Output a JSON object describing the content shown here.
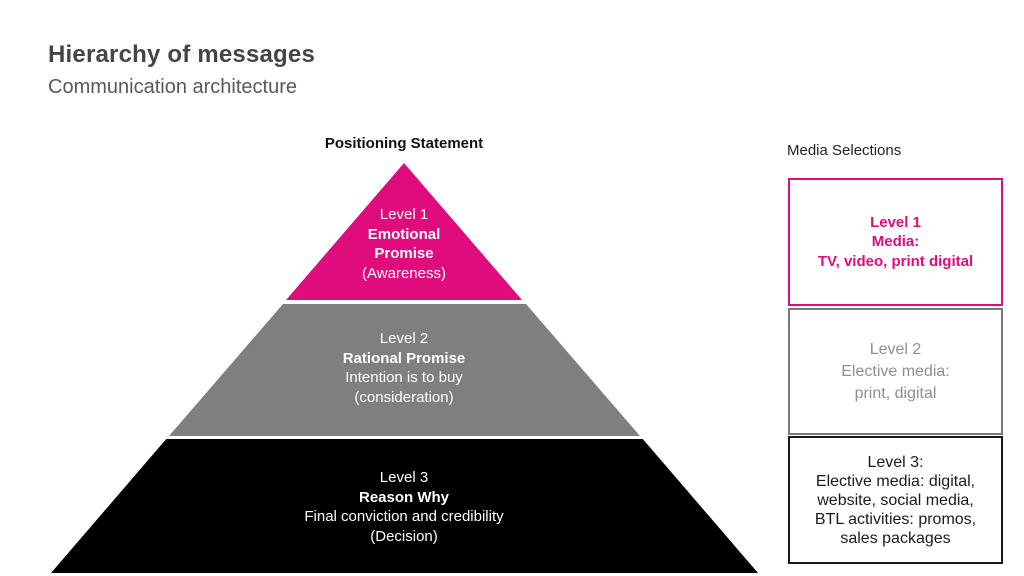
{
  "header": {
    "title": "Hierarchy of messages",
    "subtitle": "Communication architecture"
  },
  "pyramid": {
    "top_label": "Positioning Statement",
    "levels": [
      {
        "color": "#E00B7C",
        "lines": [
          {
            "text": "Level 1",
            "bold": false
          },
          {
            "text": "Emotional",
            "bold": true
          },
          {
            "text": "Promise",
            "bold": true
          },
          {
            "text": "(Awareness)",
            "bold": false
          }
        ]
      },
      {
        "color": "#7F7F7F",
        "lines": [
          {
            "text": "Level 2",
            "bold": false
          },
          {
            "text": "Rational Promise",
            "bold": true
          },
          {
            "text": "Intention is to buy",
            "bold": false
          },
          {
            "text": "(consideration)",
            "bold": false
          }
        ]
      },
      {
        "color": "#000000",
        "lines": [
          {
            "text": "Level 3",
            "bold": false
          },
          {
            "text": "Reason Why",
            "bold": true
          },
          {
            "text": "Final conviction and credibility",
            "bold": false
          },
          {
            "text": "(Decision)",
            "bold": false
          }
        ]
      }
    ]
  },
  "media": {
    "heading": "Media Selections",
    "boxes": [
      {
        "color": "#E00B7C",
        "lines": [
          "Level 1",
          "Media:",
          "TV, video, print digital"
        ]
      },
      {
        "color": "#8F8F8F",
        "lines": [
          "Level 2",
          "Elective media:",
          "print, digital"
        ]
      },
      {
        "color": "#1A1A1A",
        "lines": [
          "Level 3:",
          "Elective media: digital,",
          "website, social media,",
          "BTL activities: promos,",
          "sales packages"
        ]
      }
    ]
  },
  "colors": {
    "accent_pink": "#E00B7C",
    "mid_gray": "#7F7F7F",
    "black": "#000000",
    "title_gray": "#454545",
    "background": "#FFFFFF"
  }
}
